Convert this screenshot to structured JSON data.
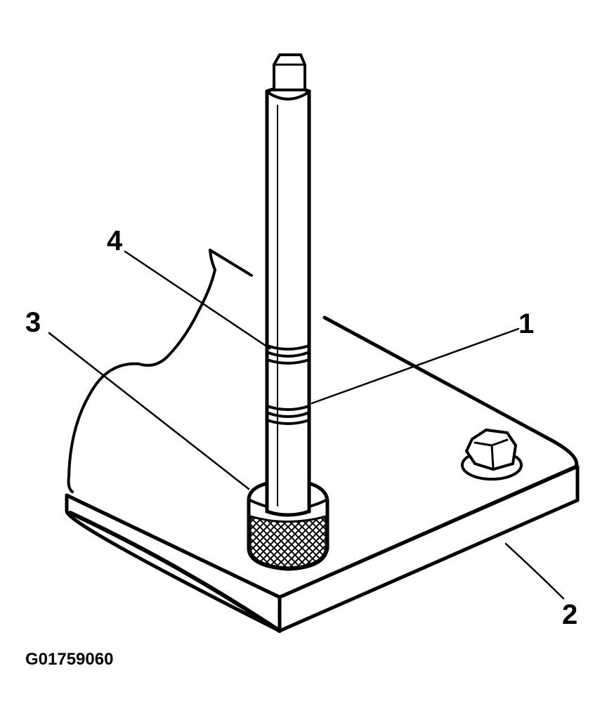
{
  "callouts": {
    "c1": "1",
    "c2": "2",
    "c3": "3",
    "c4": "4"
  },
  "figure_id": "G01759060"
}
